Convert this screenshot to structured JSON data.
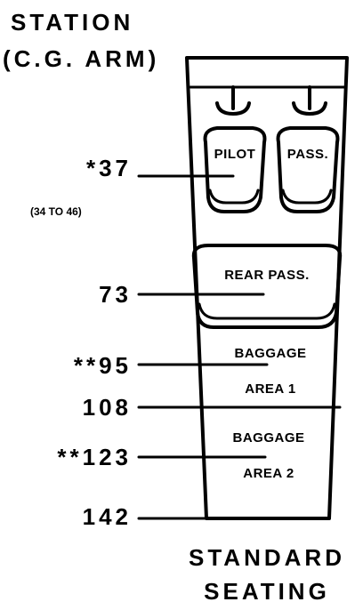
{
  "header": {
    "line1": "STATION",
    "line2": "(C.G.  ARM)"
  },
  "stations": [
    {
      "value": "*37",
      "subtitle": "(34 TO 46)"
    },
    {
      "value": "73"
    },
    {
      "value": "**95"
    },
    {
      "value": "108"
    },
    {
      "value": "**123"
    },
    {
      "value": "142"
    }
  ],
  "seats": {
    "pilot": "PILOT",
    "passenger": "PASS.",
    "rear_passenger": "REAR PASS."
  },
  "baggage": {
    "area1_line1": "BAGGAGE",
    "area1_line2": "AREA  1",
    "area2_line1": "BAGGAGE",
    "area2_line2": "AREA  2"
  },
  "footer": {
    "line1": "STANDARD",
    "line2": "SEATING"
  },
  "colors": {
    "ink": "#000000",
    "paper": "#ffffff"
  }
}
